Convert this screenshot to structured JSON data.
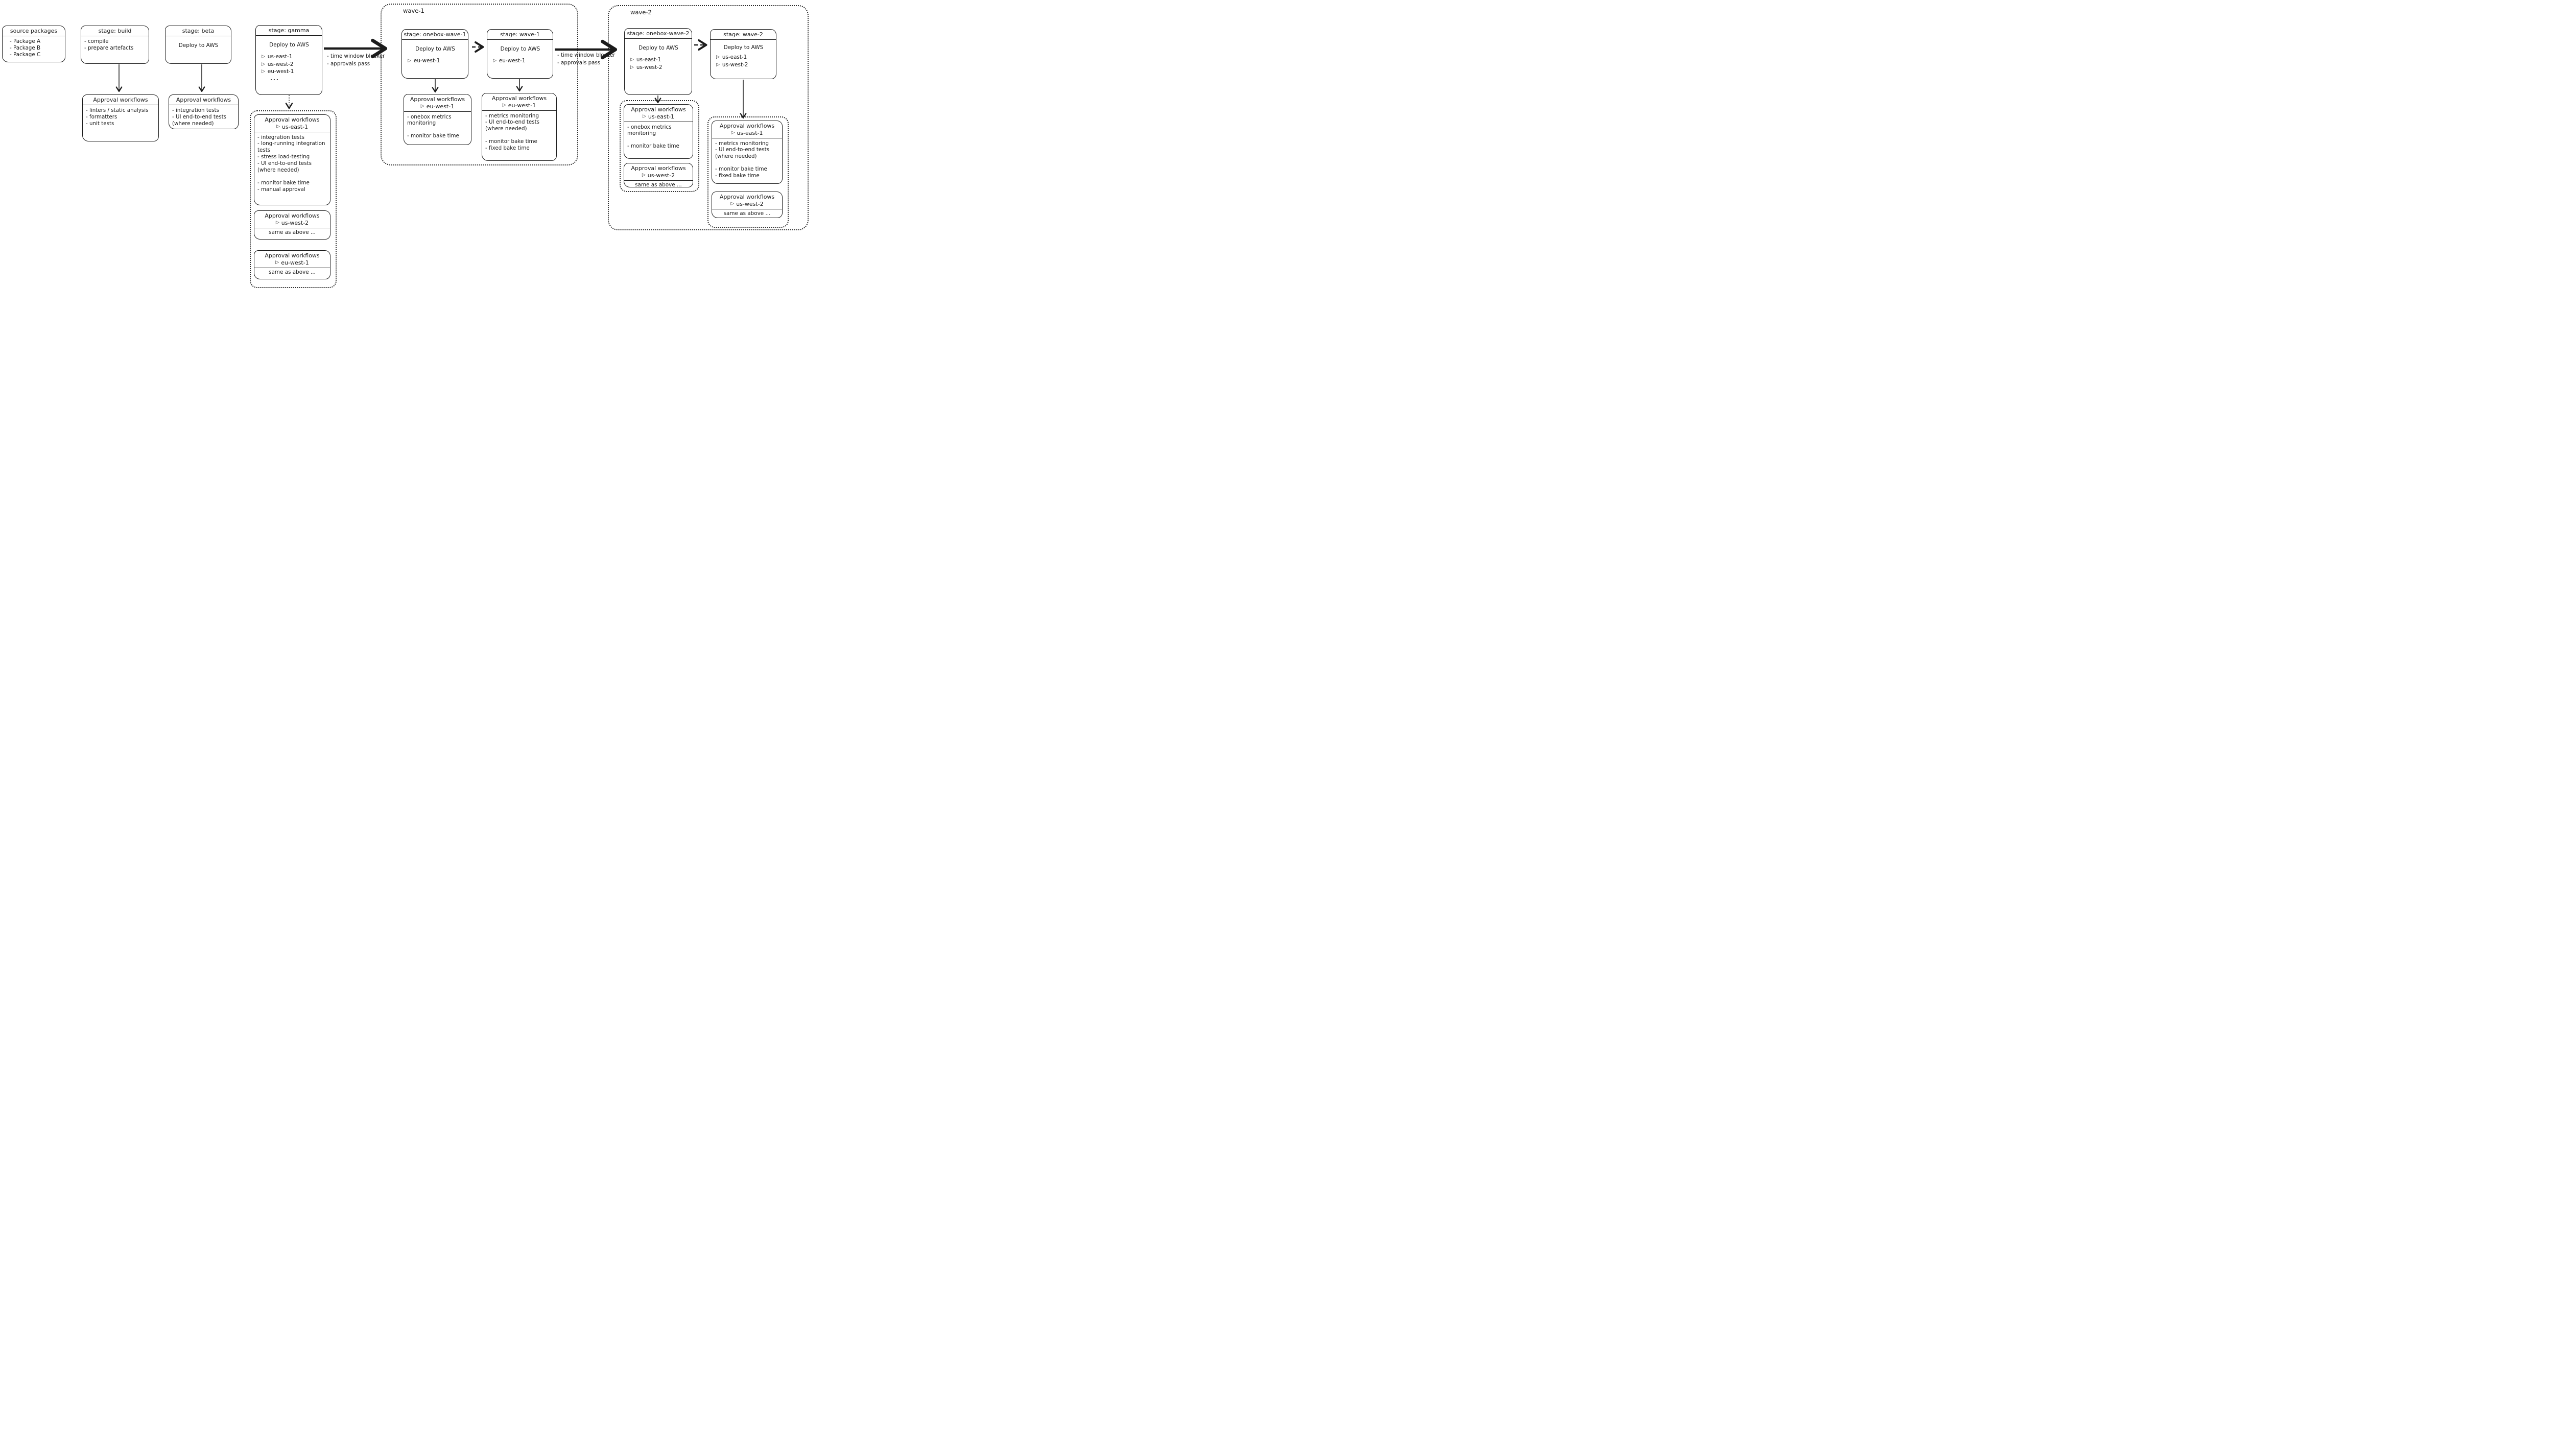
{
  "labels": {
    "wave1": "wave-1",
    "wave2": "wave-2",
    "deploy": "Deploy to AWS",
    "approval_title": "Approval workflows",
    "same_as_above": "same as above ...",
    "ellipsis": "...",
    "play_icon": "▷"
  },
  "edges": {
    "gamma_to_wave1": {
      "lines": [
        "- time window blocker",
        "- approvals pass"
      ]
    },
    "wave1_to_wave2": {
      "lines": [
        "- time window blocker",
        "- approvals pass"
      ]
    }
  },
  "source": {
    "title": "source packages",
    "items": [
      "- Package A",
      "- Package B",
      "- Package C"
    ]
  },
  "build": {
    "stage": {
      "title": "stage: build",
      "items": [
        "- compile",
        "- prepare artefacts"
      ]
    },
    "approval": {
      "items": [
        "- linters / static analysis",
        "- formatters",
        "- unit tests"
      ]
    }
  },
  "beta": {
    "stage": {
      "title": "stage: beta"
    },
    "approval": {
      "items": [
        "- integration tests",
        "- UI end-to-end tests (where needed)"
      ]
    }
  },
  "gamma": {
    "stage": {
      "title": "stage: gamma",
      "regions": [
        "us-east-1",
        "us-west-2",
        "eu-west-1"
      ]
    },
    "approvals": [
      {
        "region": "us-east-1",
        "items": [
          "- integration tests",
          "- long-running integration tests",
          "- stress load-testing",
          "- UI end-to-end tests (where needed)",
          "",
          "- monitor bake time",
          "- manual approval"
        ]
      },
      {
        "region": "us-west-2"
      },
      {
        "region": "eu-west-1"
      }
    ]
  },
  "wave1": {
    "onebox_stage": {
      "title": "stage: onebox-wave-1",
      "region": "eu-west-1"
    },
    "onebox_approval": {
      "region": "eu-west-1",
      "items": [
        "- onebox metrics monitoring",
        "",
        "- monitor bake time"
      ]
    },
    "stage": {
      "title": "stage: wave-1",
      "region": "eu-west-1"
    },
    "approval": {
      "region": "eu-west-1",
      "items": [
        "- metrics monitoring",
        "- UI end-to-end tests (where needed)",
        "",
        "- monitor bake time",
        "- fixed bake time"
      ]
    }
  },
  "wave2": {
    "onebox_stage": {
      "title": "stage: onebox-wave-2",
      "regions": [
        "us-east-1",
        "us-west-2"
      ]
    },
    "onebox_approvals": [
      {
        "region": "us-east-1",
        "items": [
          "- onebox metrics monitoring",
          "",
          "- monitor bake time"
        ]
      },
      {
        "region": "us-west-2"
      }
    ],
    "stage": {
      "title": "stage: wave-2",
      "regions": [
        "us-east-1",
        "us-west-2"
      ]
    },
    "approvals": [
      {
        "region": "us-east-1",
        "items": [
          "- metrics monitoring",
          "- UI end-to-end tests (where needed)",
          "",
          "- monitor bake time",
          "- fixed bake time"
        ]
      },
      {
        "region": "us-west-2"
      }
    ]
  }
}
